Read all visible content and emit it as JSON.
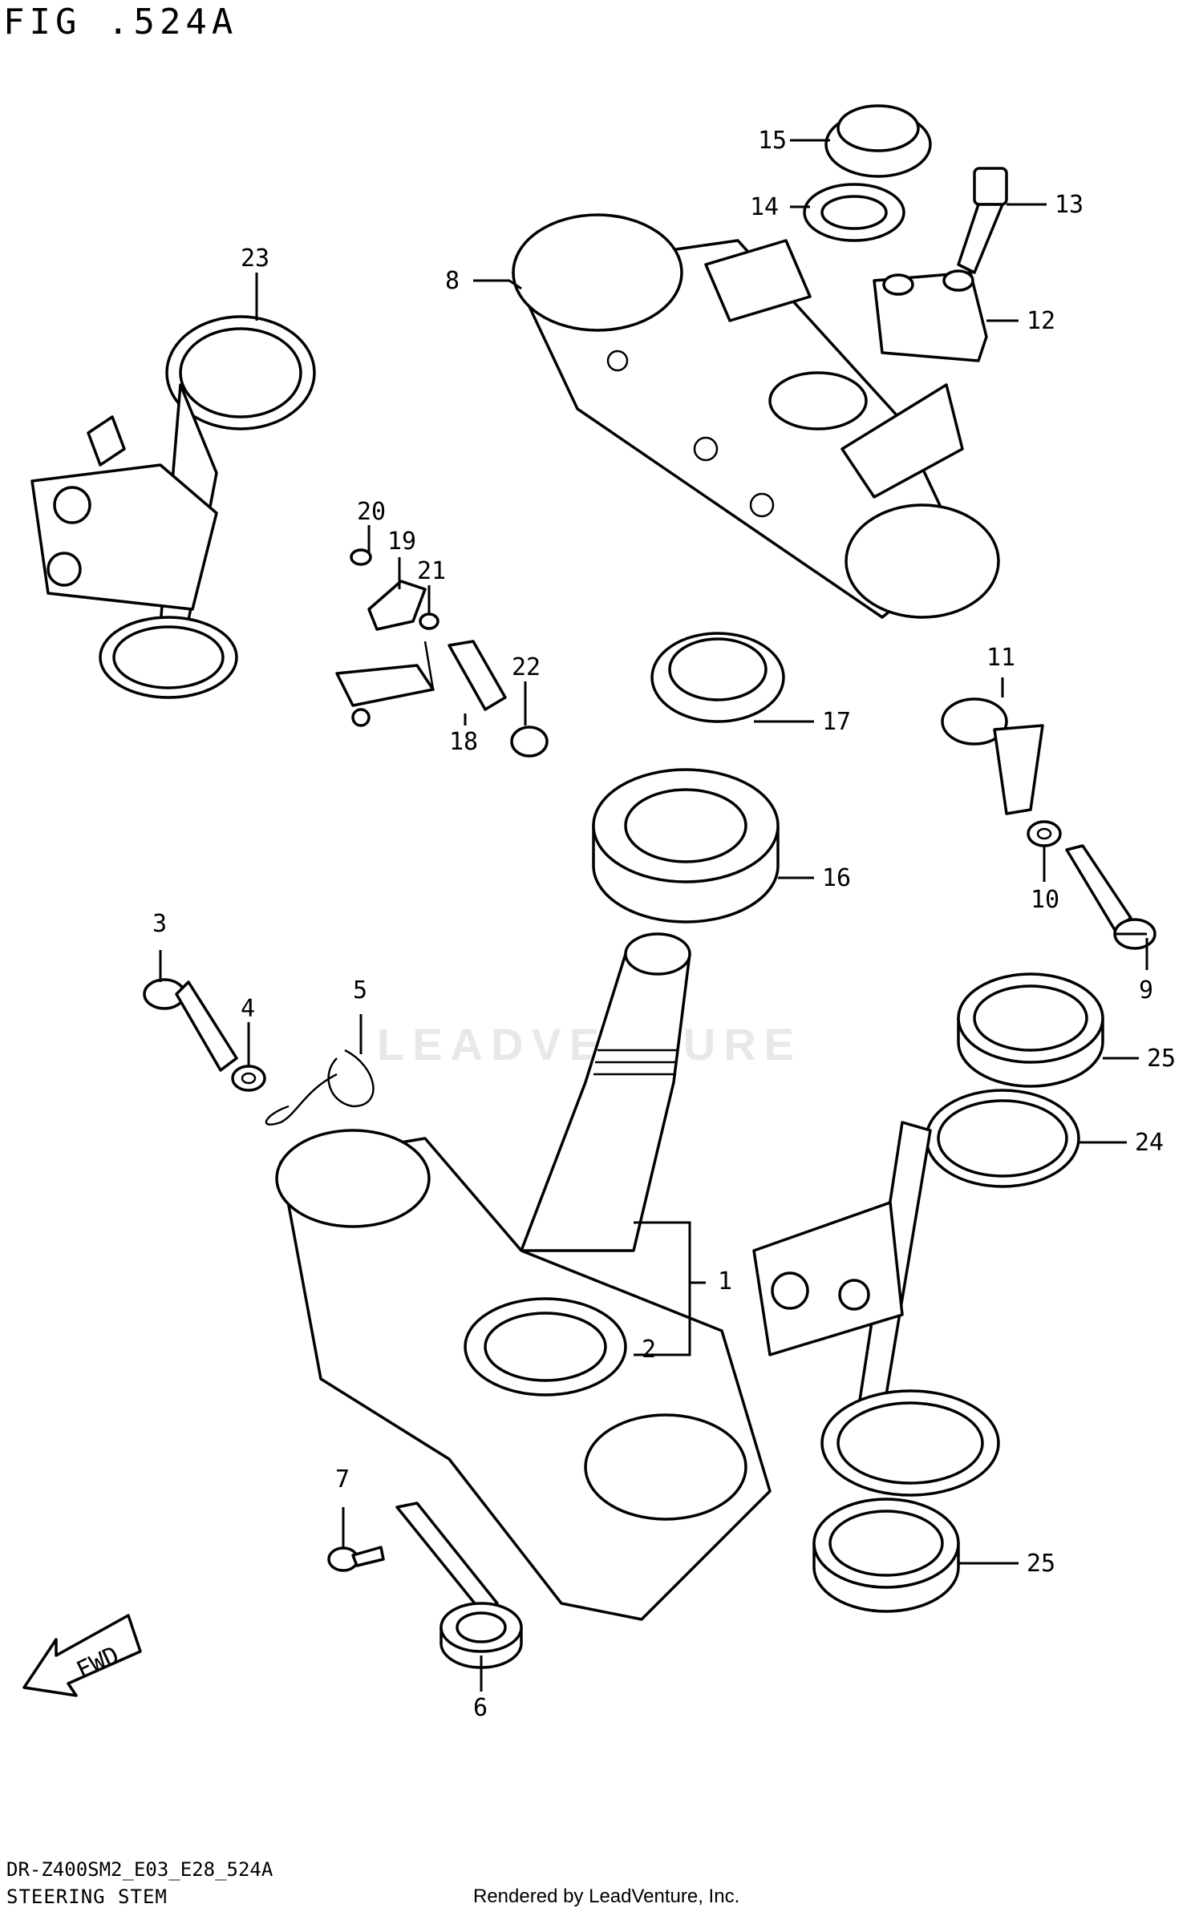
{
  "figure": {
    "title": "FIG .524A",
    "footer_code": "DR-Z400SM2_E03_E28_524A",
    "footer_name": "STEERING STEM",
    "credit": "Rendered by LeadVenture, Inc.",
    "watermark": "LEADVENTURE"
  },
  "callouts": [
    {
      "id": "c1",
      "label": "1"
    },
    {
      "id": "c2",
      "label": "2"
    },
    {
      "id": "c3",
      "label": "3"
    },
    {
      "id": "c4",
      "label": "4"
    },
    {
      "id": "c5",
      "label": "5"
    },
    {
      "id": "c6",
      "label": "6"
    },
    {
      "id": "c7",
      "label": "7"
    },
    {
      "id": "c8",
      "label": "8"
    },
    {
      "id": "c9",
      "label": "9"
    },
    {
      "id": "c10",
      "label": "10"
    },
    {
      "id": "c11",
      "label": "11"
    },
    {
      "id": "c12",
      "label": "12"
    },
    {
      "id": "c13",
      "label": "13"
    },
    {
      "id": "c14",
      "label": "14"
    },
    {
      "id": "c15",
      "label": "15"
    },
    {
      "id": "c16",
      "label": "16"
    },
    {
      "id": "c17",
      "label": "17"
    },
    {
      "id": "c18",
      "label": "18"
    },
    {
      "id": "c19",
      "label": "19"
    },
    {
      "id": "c20",
      "label": "20"
    },
    {
      "id": "c21",
      "label": "21"
    },
    {
      "id": "c22",
      "label": "22"
    },
    {
      "id": "c23",
      "label": "23"
    },
    {
      "id": "c24",
      "label": "24"
    },
    {
      "id": "c25a",
      "label": "25"
    },
    {
      "id": "c25b",
      "label": "25"
    }
  ],
  "fwd_arrow": {
    "label": "FWD"
  }
}
